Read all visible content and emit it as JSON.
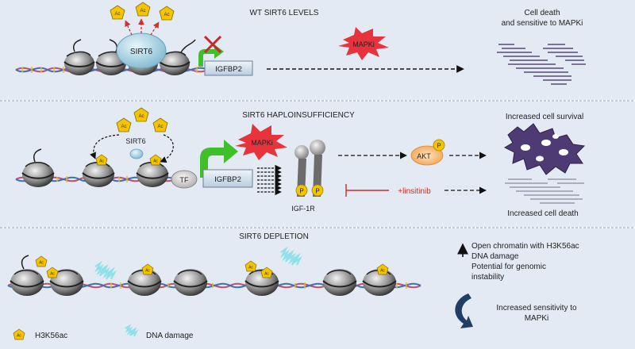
{
  "panels": {
    "wt": {
      "title": "WT SIRT6 LEVELS",
      "sirt6": "SIRT6",
      "igfbp2": "IGFBP2",
      "mapki": "MAPKi",
      "outcome_line1": "Cell death",
      "outcome_line2": "and sensitive to MAPKi"
    },
    "haplo": {
      "title": "SIRT6 HAPLOINSUFFICIENCY",
      "sirt6": "SIRT6",
      "tf": "TF",
      "igfbp2": "IGFBP2",
      "mapki": "MAPKi",
      "receptor": "IGF-1R",
      "p_left": "P",
      "p_right": "P",
      "akt": "AKT",
      "akt_p": "P",
      "linsitinib": "+linsitinib",
      "outcome_top": "Increased cell survival",
      "outcome_bottom": "Increased cell death"
    },
    "depletion": {
      "title": "SIRT6 DEPLETION",
      "effects": [
        "Open chromatin with H3K56ac",
        "DNA damage",
        "Potential  for genomic",
        "instability"
      ],
      "sensitivity_line1": "Increased sensitivity to",
      "sensitivity_line2": "MAPKi"
    }
  },
  "legend": {
    "acetyl_mark": "H3K56ac",
    "dna_damage": "DNA damage"
  },
  "acetyl_label": "Ac",
  "colors": {
    "panel_bg": "#e3eaf3",
    "divider": "#7f96b4",
    "sirt6": "#9fcde0",
    "igfbp2": "#cfdcea",
    "mapki": "#e8323c",
    "green_arrow": "#3fbf2a",
    "red_x": "#c8282c",
    "inhibitor": "#d42a2a",
    "acetyl": "#f5c400",
    "cell_dark": "#4f3b73",
    "damage": "#8fe0e8",
    "navy_arrow": "#1f3f66"
  },
  "icons": [
    "acetyl-pentagon",
    "nucleosome",
    "dna-helix",
    "mapki-burst",
    "cell-cluster",
    "dna-damage-squiggle"
  ]
}
